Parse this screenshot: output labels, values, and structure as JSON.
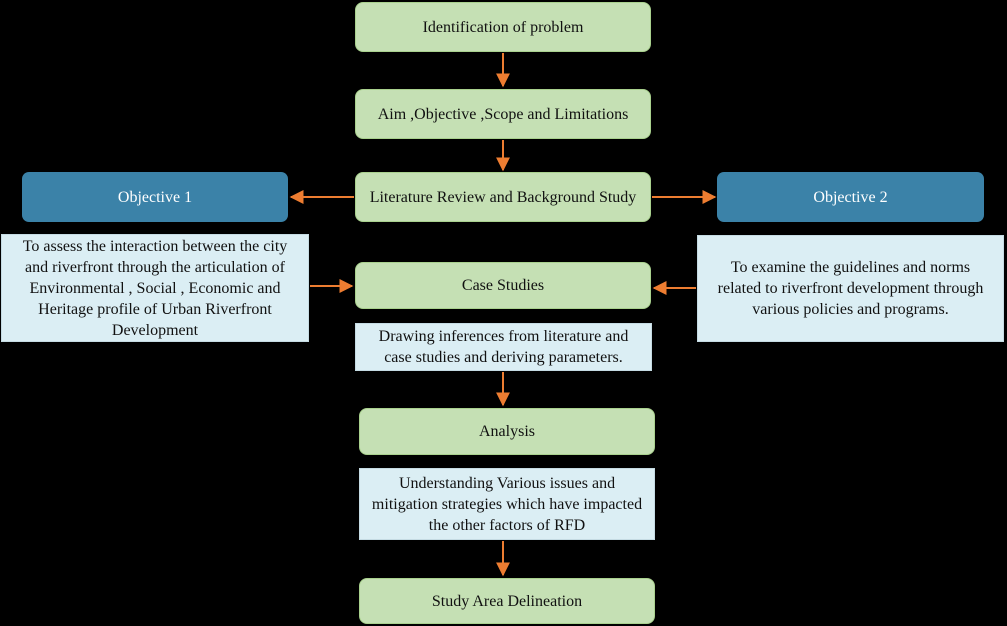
{
  "nodes": {
    "identification": "Identification  of problem",
    "aim": "Aim ,Objective ,Scope and Limitations",
    "literature": "Literature Review and Background Study",
    "objective1": "Objective  1",
    "objective2": "Objective  2",
    "objective1_desc": "To assess the interaction between the city and riverfront through the  articulation of Environmental  , Social  , Economic and Heritage profile of Urban Riverfront Development",
    "objective2_desc": "To examine the guidelines and norms related to riverfront development through various policies and programs.",
    "case_studies": "Case Studies",
    "inferences": "Drawing inferences from literature and case studies and deriving parameters.",
    "analysis": "Analysis",
    "understanding": "Understanding Various issues and mitigation strategies which have impacted the other factors of RFD",
    "delineation": "Study Area Delineation"
  },
  "colors": {
    "background": "#000000",
    "green_box": "#c5e0b4",
    "blue_box": "#3b82a8",
    "light_box": "#dbeef4",
    "arrow": "#ed7d31"
  }
}
